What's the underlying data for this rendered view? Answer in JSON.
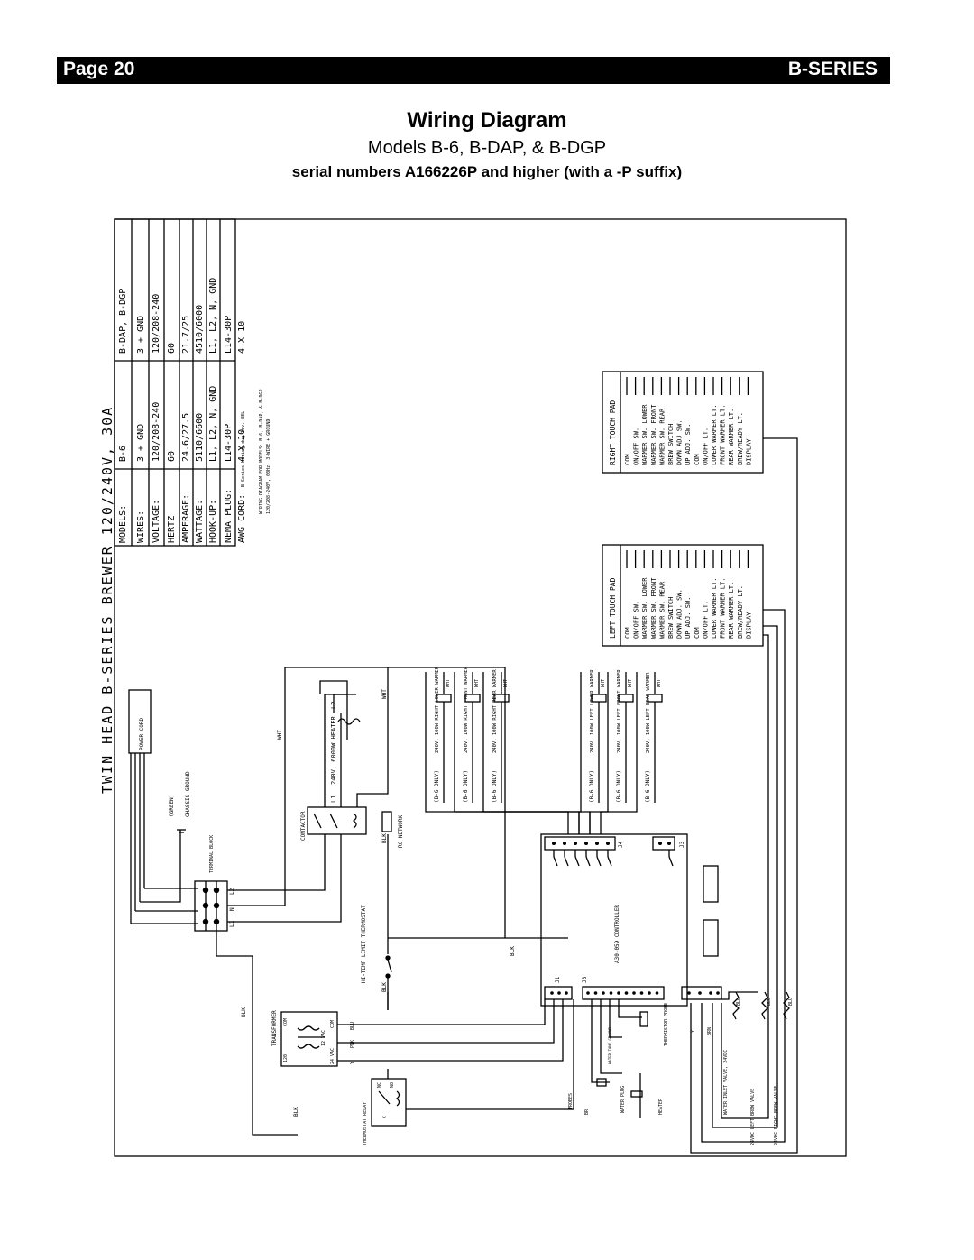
{
  "header": {
    "page": "Page 20",
    "series": "B-SERIES"
  },
  "title": "Wiring Diagram",
  "subtitle": "Models B-6, B-DAP, & B-DGP",
  "serial_note": "serial numbers A166226P and higher (with a -P suffix)",
  "diagram": {
    "main_title": "TWIN HEAD B-SERIES BREWER 120/240V, 30A",
    "spec_table": {
      "headers": [
        "MODELS:",
        "B-6",
        "B-DAP, B-DGP"
      ],
      "rows": [
        [
          "WIRES:",
          "3 + GND",
          "3 + GND"
        ],
        [
          "VOLTAGE:",
          "120/208-240",
          "120/208-240"
        ],
        [
          "HERTZ",
          "60",
          "60"
        ],
        [
          "AMPERAGE:",
          "24.6/27.5",
          "21.7/25"
        ],
        [
          "WATTAGE:",
          "5110/6600",
          "4510/6000"
        ],
        [
          "HOOK-UP:",
          "L1, L2, N, GND",
          "L1, L2, N, GND"
        ],
        [
          "NEMA PLUG:",
          "L14-30P",
          "L14-30P"
        ],
        [
          "AWG CORD:",
          "4 X 10",
          "4 X 10"
        ]
      ]
    },
    "note_lines": [
      "B-Series Wiring.dwg   rev. REL",
      "WIRING DIAGRAM FOR MODELS: B-6, B-DAP, & B-DGP",
      "120/208-240V, 60Hz, 3-WIRE + GROUND"
    ],
    "touch_pads": [
      {
        "name": "RIGHT TOUCH PAD",
        "items": [
          "COM",
          "ON/OFF SW.",
          "WARMER SW. LOWER",
          "WARMER SW. FRONT",
          "WARMER SW. REAR",
          "BREW SWITCH",
          "DOWN ADJ SW.",
          "UP ADJ. SW.",
          "COM",
          "ON/OFF LT.",
          "LOWER WARMER LT.",
          "FRONT WARMER LT.",
          "REAR WARMER LT.",
          "BREW/READY LT.",
          "DISPLAY"
        ]
      },
      {
        "name": "LEFT TOUCH PAD",
        "items": [
          "COM",
          "ON/OFF SW.",
          "WARMER SW. LOWER",
          "WARMER SW. FRONT",
          "WARMER SW. REAR",
          "BREW SWITCH",
          "DOWN ADJ. SW.",
          "UP ADJ. SW.",
          "COM",
          "ON/OFF LT.",
          "LOWER WARMER LT.",
          "FRONT WARMER LT.",
          "REAR WARMER LT.",
          "BREW/READY LT.",
          "DISPLAY"
        ]
      }
    ],
    "warmers": [
      {
        "label": "240V, 100W RIGHT LOWER WARMER",
        "note": "(B-6 ONLY)"
      },
      {
        "label": "240V, 100W RIGHT FRONT WARMER",
        "note": "(B-6 ONLY)"
      },
      {
        "label": "240V, 100W RIGHT REAR WARMER",
        "note": "(B-6 ONLY)"
      },
      {
        "label": "240V, 100W LEFT LOWER WARMER",
        "note": "(B-6 ONLY)"
      },
      {
        "label": "240V, 100W LEFT FRONT WARMER",
        "note": "(B-6 ONLY)"
      },
      {
        "label": "240V, 100W LEFT REAR WARMER",
        "note": "(B-6 ONLY)"
      }
    ],
    "labels": {
      "power_cord": "POWER CORD",
      "green": "(GREEN)",
      "chassis_ground": "CHASSIS GROUND",
      "terminal_block": "TERMINAL BLOCK",
      "l1": "L1",
      "n": "N",
      "l2": "L2",
      "heater": "240V, 6000W HEATER",
      "contactor": "CONTACTOR",
      "rc_network": "RC NETWORK",
      "hi_temp": "HI-TEMP LIMIT THERMOSTAT",
      "transformer": "TRANSFORMER",
      "thermostat_relay": "THERMOSTAT RELAY",
      "controller": "A30-059 CONTROLLER",
      "j1": "J1",
      "j3": "J3",
      "j4": "J4",
      "j8": "J8",
      "probes": "PROBES",
      "water_tank_ground": "WATER TANK GROUND",
      "water_plug": "WATER PLUG",
      "heater_small": "HEATER",
      "thermistor_probe": "THERMISTOR PROBE",
      "water_inlet": "WATER INLET VALVE, 24VDC",
      "left_brew_valve": "24VDC LEFT BREW VALVE",
      "right_brew_valve": "24VDC RIGHT BREW VALVE",
      "t_120": "120",
      "t_com": "COM",
      "t_12vac": "12 VAC",
      "t_24vac": "24 VAC",
      "nc": "NC",
      "no": "NO",
      "c": "C",
      "wht": "WHT",
      "blk": "BLK",
      "blu": "BLU",
      "pnk": "PNK",
      "y": "Y",
      "brn": "BRN",
      "br": "BR"
    }
  }
}
